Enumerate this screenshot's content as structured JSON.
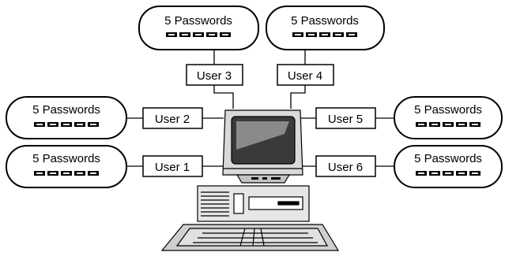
{
  "colors": {
    "line": "#000000",
    "background": "#ffffff",
    "monitor_body": "#d9d9d9",
    "screen": "#3a3a3a",
    "screen_glare": "#8a8a8a",
    "keyboard": "#cfcfcf"
  },
  "users": [
    {
      "label": "User 1",
      "passwords_label": "5 Passwords",
      "password_slots": 5
    },
    {
      "label": "User 2",
      "passwords_label": "5 Passwords",
      "password_slots": 5
    },
    {
      "label": "User 3",
      "passwords_label": "5 Passwords",
      "password_slots": 5
    },
    {
      "label": "User 4",
      "passwords_label": "5 Passwords",
      "password_slots": 5
    },
    {
      "label": "User 5",
      "passwords_label": "5 Passwords",
      "password_slots": 5
    },
    {
      "label": "User 6",
      "passwords_label": "5 Passwords",
      "password_slots": 5
    }
  ],
  "icons": {
    "computer": "desktop-computer-icon",
    "password_slot": "password-slot-icon"
  }
}
